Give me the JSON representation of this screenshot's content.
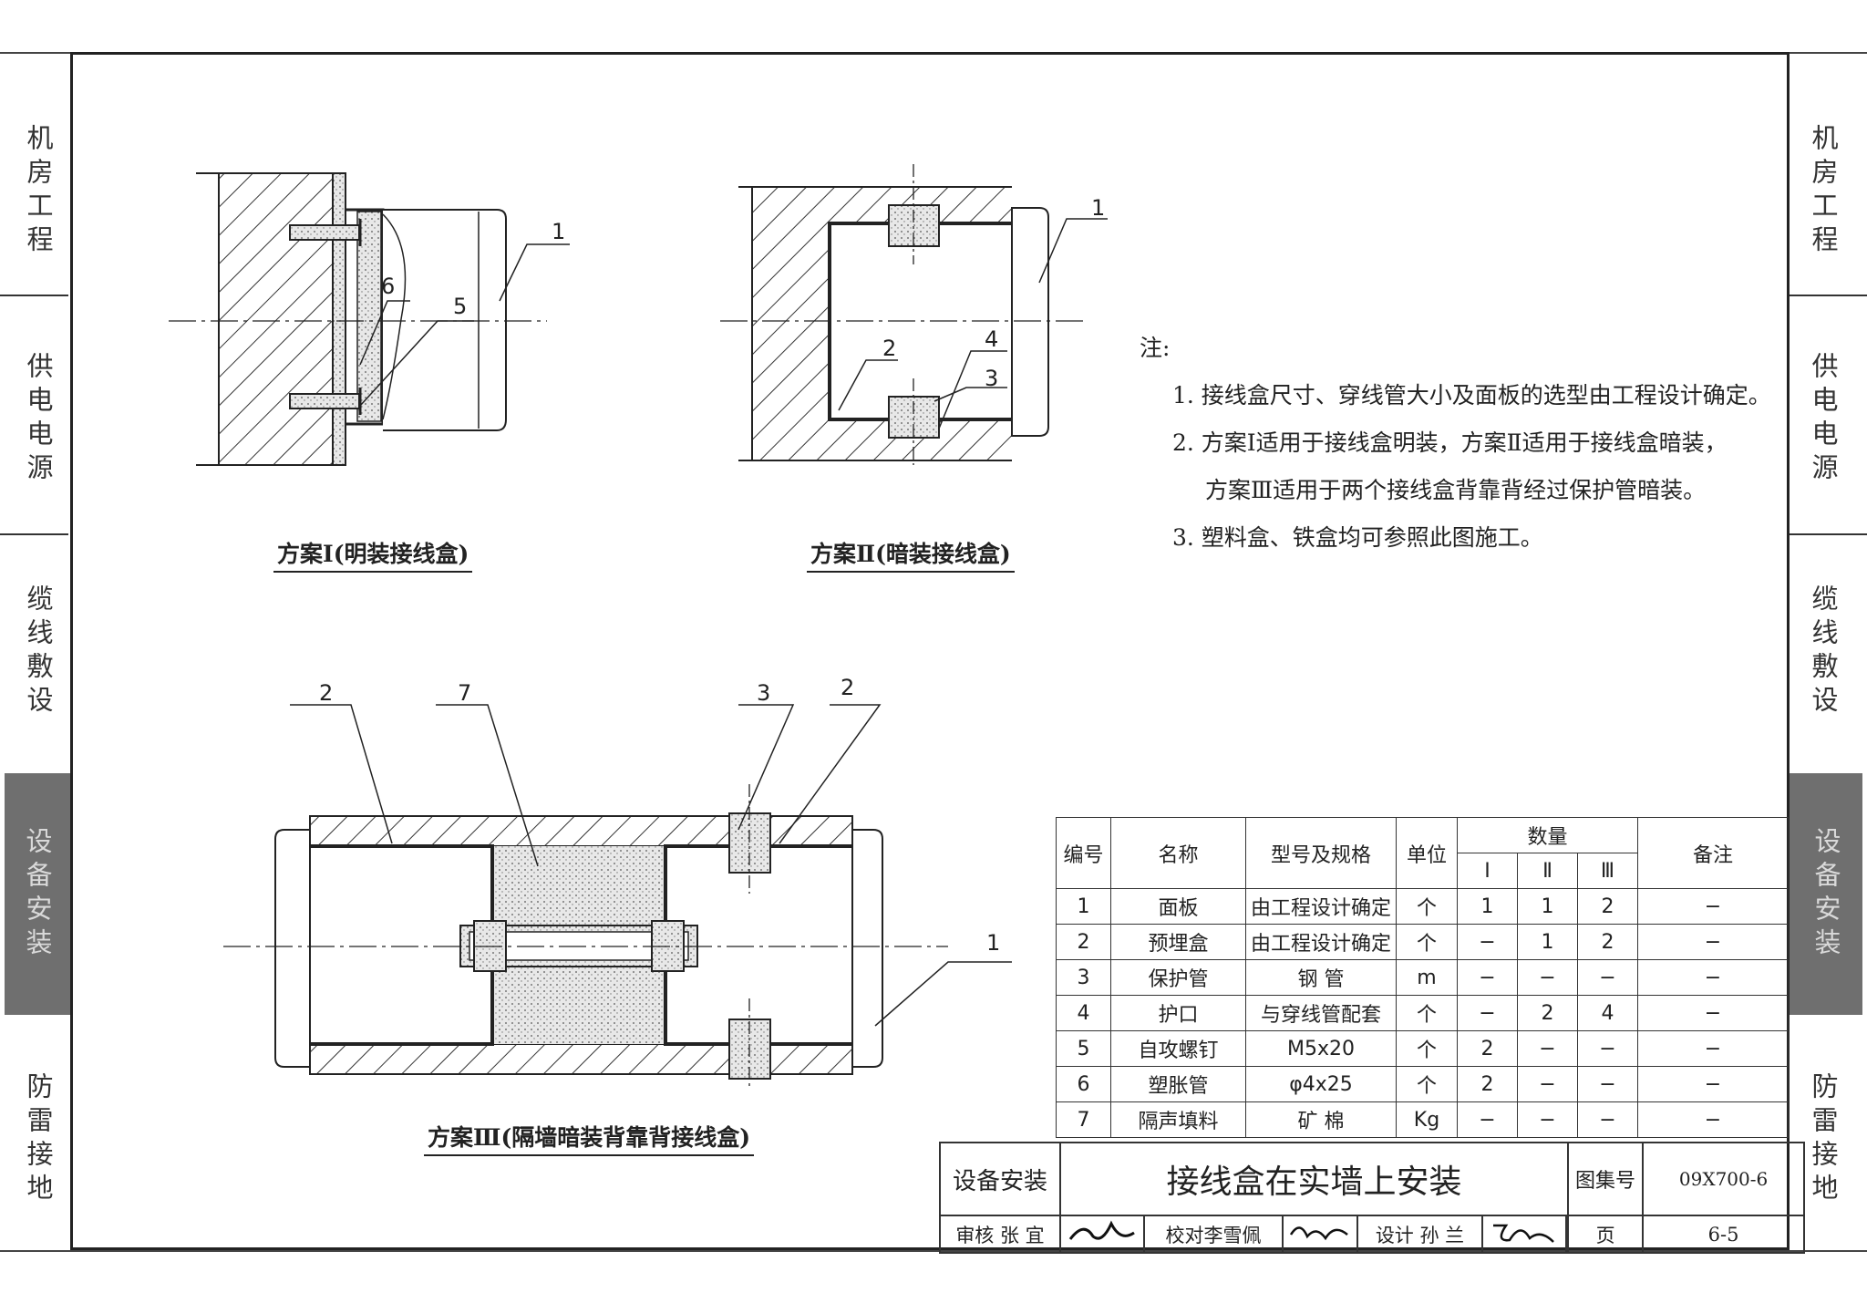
{
  "side_tabs": [
    "机房工程",
    "供电电源",
    "缆线敷设",
    "设备安装",
    "防雷接地"
  ],
  "active_side_tab": "设备安装",
  "diagram": {
    "scheme1_caption": "方案Ⅰ(明装接线盒)",
    "scheme2_caption": "方案Ⅱ(暗装接线盒)",
    "scheme3_caption": "方案Ⅲ(隔墙暗装背靠背接线盒)",
    "callouts": {
      "s1_1": "1",
      "s1_5": "5",
      "s1_6": "6",
      "s2_1": "1",
      "s2_2": "2",
      "s2_3": "3",
      "s2_4": "4",
      "s3_2a": "2",
      "s3_7": "7",
      "s3_3": "3",
      "s3_2b": "2",
      "s3_1": "1"
    }
  },
  "notes": {
    "heading": "注:",
    "item1": "1. 接线盒尺寸、穿线管大小及面板的选型由工程设计确定。",
    "item2a": "2. 方案Ⅰ适用于接线盒明装，方案Ⅱ适用于接线盒暗装，",
    "item2b": "方案Ⅲ适用于两个接线盒背靠背经过保护管暗装。",
    "item3": "3. 塑料盒、铁盒均可参照此图施工。"
  },
  "table": {
    "headers": {
      "no": "编号",
      "name": "名称",
      "spec": "型号及规格",
      "unit": "单位",
      "qty": "数量",
      "q1": "Ⅰ",
      "q2": "Ⅱ",
      "q3": "Ⅲ",
      "remark": "备注"
    },
    "rows": [
      {
        "no": "1",
        "name": "面板",
        "spec": "由工程设计确定",
        "unit": "个",
        "q1": "1",
        "q2": "1",
        "q3": "2",
        "remark": "−"
      },
      {
        "no": "2",
        "name": "预埋盒",
        "spec": "由工程设计确定",
        "unit": "个",
        "q1": "−",
        "q2": "1",
        "q3": "2",
        "remark": "−"
      },
      {
        "no": "3",
        "name": "保护管",
        "spec": "钢  管",
        "unit": "m",
        "q1": "−",
        "q2": "−",
        "q3": "−",
        "remark": "−"
      },
      {
        "no": "4",
        "name": "护口",
        "spec": "与穿线管配套",
        "unit": "个",
        "q1": "−",
        "q2": "2",
        "q3": "4",
        "remark": "−"
      },
      {
        "no": "5",
        "name": "自攻螺钉",
        "spec": "M5x20",
        "unit": "个",
        "q1": "2",
        "q2": "−",
        "q3": "−",
        "remark": "−"
      },
      {
        "no": "6",
        "name": "塑胀管",
        "spec": "φ4x25",
        "unit": "个",
        "q1": "2",
        "q2": "−",
        "q3": "−",
        "remark": "−"
      },
      {
        "no": "7",
        "name": "隔声填料",
        "spec": "矿  棉",
        "unit": "Kg",
        "q1": "−",
        "q2": "−",
        "q3": "−",
        "remark": "−"
      }
    ]
  },
  "title_block": {
    "category": "设备安装",
    "title": "接线盒在实墙上安装",
    "atlas_label": "图集号",
    "atlas_no": "09X700-6",
    "review_label": "审核",
    "reviewer": "张 宜",
    "check_label": "校对",
    "checker": "李雪佩",
    "design_label": "设计",
    "designer": "孙 兰",
    "page_label": "页",
    "page_no": "6-5"
  }
}
